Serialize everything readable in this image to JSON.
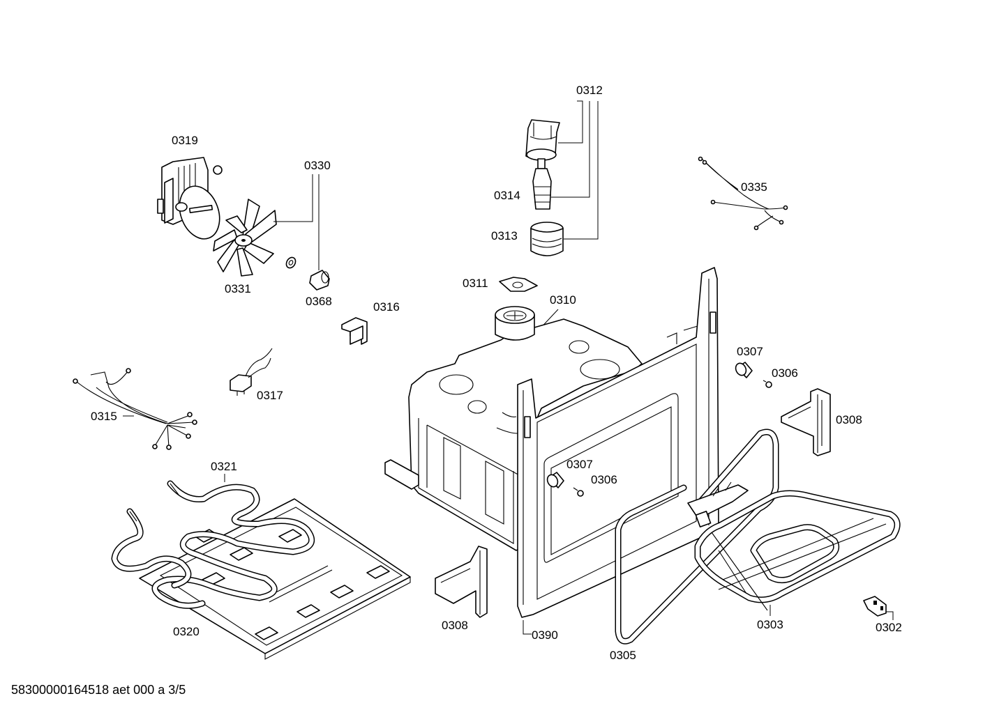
{
  "document_code": "58300000164518 aet 000 a 3/5",
  "callouts": [
    {
      "id": "0312",
      "label": "0312"
    },
    {
      "id": "0319",
      "label": "0319"
    },
    {
      "id": "0330",
      "label": "0330"
    },
    {
      "id": "0335",
      "label": "0335"
    },
    {
      "id": "0314",
      "label": "0314"
    },
    {
      "id": "0313",
      "label": "0313"
    },
    {
      "id": "0331",
      "label": "0331"
    },
    {
      "id": "0368",
      "label": "0368"
    },
    {
      "id": "0311",
      "label": "0311"
    },
    {
      "id": "0310",
      "label": "0310"
    },
    {
      "id": "0316",
      "label": "0316"
    },
    {
      "id": "0307-right",
      "label": "0307"
    },
    {
      "id": "0306-right",
      "label": "0306"
    },
    {
      "id": "0317",
      "label": "0317"
    },
    {
      "id": "0308-right",
      "label": "0308"
    },
    {
      "id": "0315",
      "label": "0315"
    },
    {
      "id": "0321",
      "label": "0321"
    },
    {
      "id": "0307-center",
      "label": "0307"
    },
    {
      "id": "0306-center",
      "label": "0306"
    },
    {
      "id": "0308-bottom",
      "label": "0308"
    },
    {
      "id": "0303",
      "label": "0303"
    },
    {
      "id": "0320",
      "label": "0320"
    },
    {
      "id": "0390",
      "label": "0390"
    },
    {
      "id": "0302",
      "label": "0302"
    },
    {
      "id": "0305",
      "label": "0305"
    }
  ]
}
